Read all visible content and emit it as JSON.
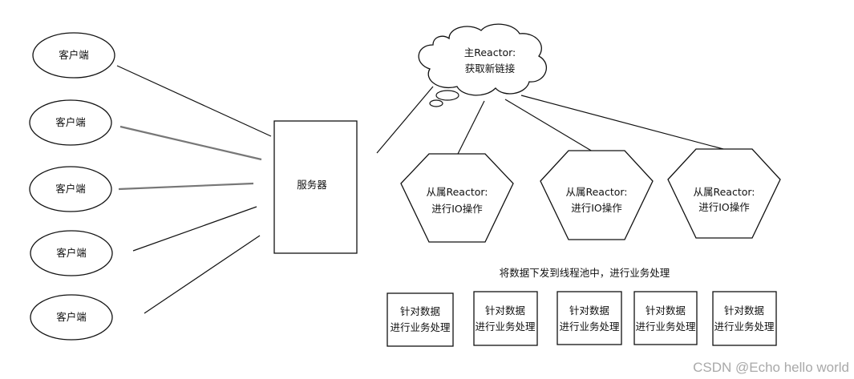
{
  "clients": [
    "客户端",
    "客户端",
    "客户端",
    "客户端",
    "客户端"
  ],
  "server": {
    "label": "服务器"
  },
  "main_reactor": {
    "line1": "主Reactor:",
    "line2": "获取新链接"
  },
  "sub_reactors": [
    {
      "line1": "从属Reactor:",
      "line2": "进行IO操作"
    },
    {
      "line1": "从属Reactor:",
      "line2": "进行IO操作"
    },
    {
      "line1": "从属Reactor:",
      "line2": "进行IO操作"
    }
  ],
  "thread_pool_note": "将数据下发到线程池中，进行业务处理",
  "workers": [
    {
      "line1": "针对数据",
      "line2": "进行业务处理"
    },
    {
      "line1": "针对数据",
      "line2": "进行业务处理"
    },
    {
      "line1": "针对数据",
      "line2": "进行业务处理"
    },
    {
      "line1": "针对数据",
      "line2": "进行业务处理"
    },
    {
      "line1": "针对数据",
      "line2": "进行业务处理"
    }
  ],
  "watermark": "CSDN @Echo hello world"
}
